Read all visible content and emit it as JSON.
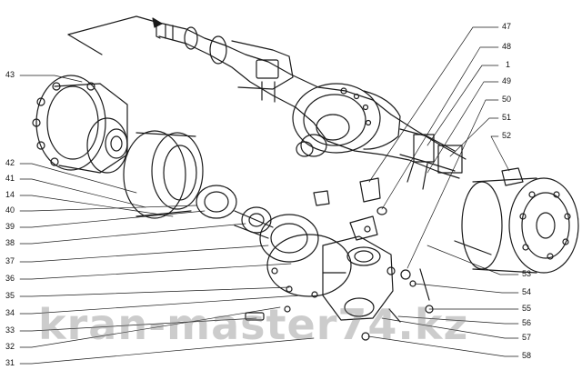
{
  "diagram": {
    "labels_left": [
      "43",
      "42",
      "41",
      "14",
      "40",
      "39",
      "38",
      "37",
      "36",
      "35",
      "34",
      "33",
      "32",
      "31"
    ],
    "labels_right": [
      "47",
      "48",
      "1",
      "49",
      "50",
      "51",
      "52",
      "53",
      "54",
      "55",
      "56",
      "57",
      "58"
    ]
  },
  "watermark": "kran-master74.kz"
}
